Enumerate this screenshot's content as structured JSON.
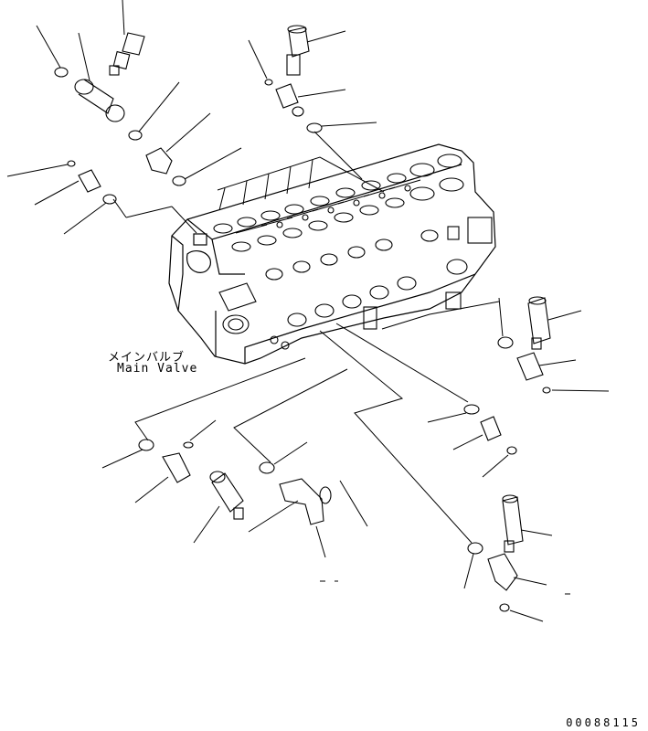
{
  "main_valve": {
    "label_jp": "メインバルブ",
    "label_en": "Main Valve"
  },
  "figure_number": "00088115"
}
